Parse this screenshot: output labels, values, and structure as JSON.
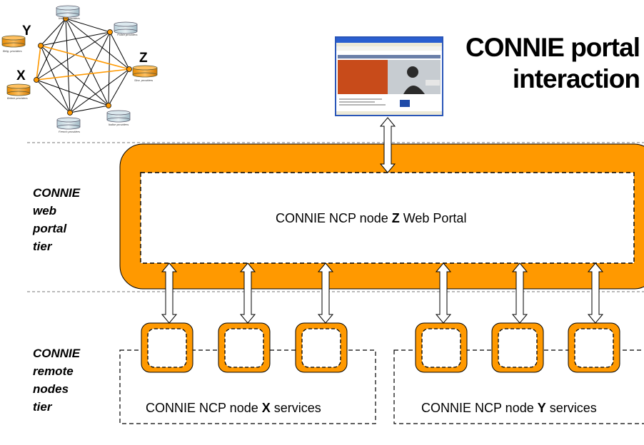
{
  "title": {
    "line1": "CONNIE portal",
    "line2": "interaction"
  },
  "tiers": {
    "web": [
      "CONNIE",
      "web",
      "portal",
      "tier"
    ],
    "remote": [
      "CONNIE",
      "remote",
      "nodes",
      "tier"
    ]
  },
  "portal_node": {
    "prefix": "CONNIE NCP node ",
    "letter": "Z",
    "suffix": " Web Portal"
  },
  "remote_nodes": [
    {
      "prefix": "CONNIE NCP node ",
      "letter": "X",
      "suffix": " services"
    },
    {
      "prefix": "CONNIE NCP node ",
      "letter": "Y",
      "suffix": " services"
    }
  ],
  "network": {
    "letters": {
      "x": "X",
      "y": "Y",
      "z": "Z"
    },
    "providers": [
      "Ireland providers",
      "Polish providers",
      "Belg. providers",
      "Slov. providers",
      "British providers",
      "Italian providers",
      "French providers"
    ]
  },
  "colors": {
    "orange": "#FF9900",
    "browser_accent": "#C84B1A",
    "mesh_highlight": "#FF9900"
  }
}
